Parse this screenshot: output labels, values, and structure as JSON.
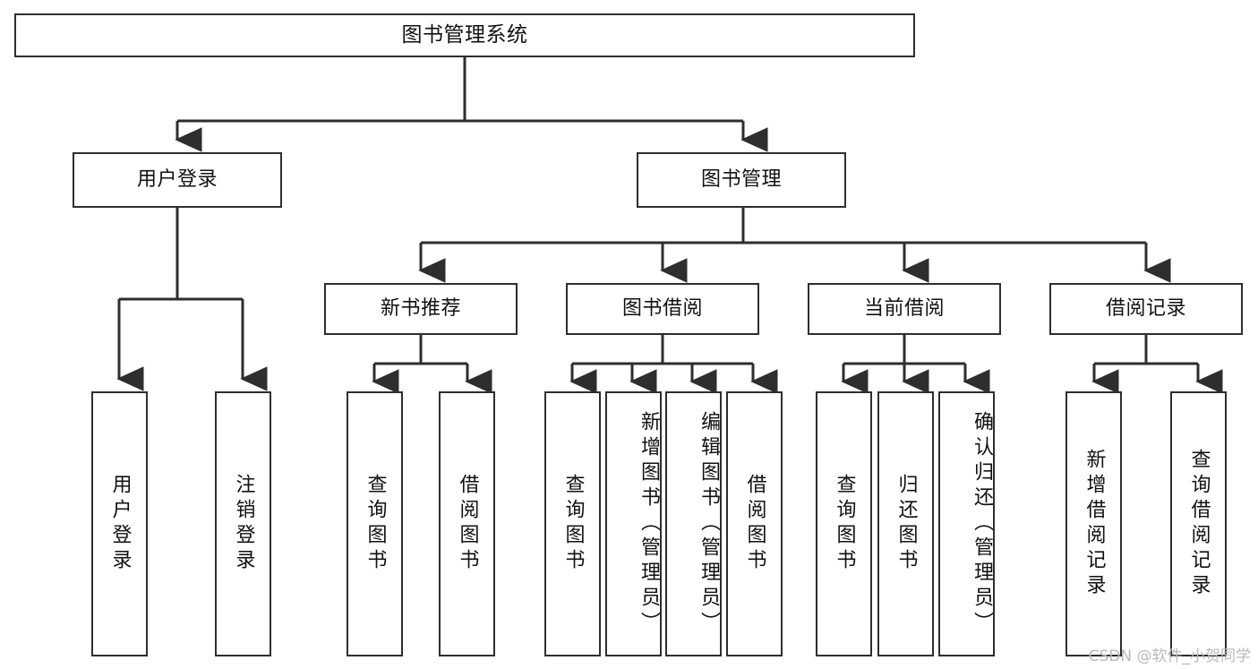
{
  "diagram": {
    "title": "图书管理系统",
    "style": {
      "box_fill": "#ffffff",
      "box_stroke": "#2e2e2e",
      "text_color": "#111111",
      "background": "#ffffff",
      "watermark_color": "#b9b9b9"
    },
    "root": {
      "label": "图书管理系统"
    },
    "level2": [
      {
        "label": "用户登录"
      },
      {
        "label": "图书管理"
      }
    ],
    "level3": [
      {
        "label": "新书推荐"
      },
      {
        "label": "图书借阅"
      },
      {
        "label": "当前借阅"
      },
      {
        "label": "借阅记录"
      }
    ],
    "leaves": {
      "user_login": [
        {
          "label": "用户登录"
        },
        {
          "label": "注销登录"
        }
      ],
      "new_book": [
        {
          "label": "查询图书"
        },
        {
          "label": "借阅图书"
        }
      ],
      "borrow_book": [
        {
          "label": "查询图书"
        },
        {
          "label": "新增图书（管理员）"
        },
        {
          "label": "编辑图书（管理员）"
        },
        {
          "label": "借阅图书"
        }
      ],
      "current_borrow": [
        {
          "label": "查询图书"
        },
        {
          "label": "归还图书"
        },
        {
          "label": "确认归还（管理员）"
        }
      ],
      "borrow_record": [
        {
          "label": "新增借阅记录"
        },
        {
          "label": "查询借阅记录"
        }
      ]
    },
    "watermark": "CSDN @软件_小贺同学"
  }
}
